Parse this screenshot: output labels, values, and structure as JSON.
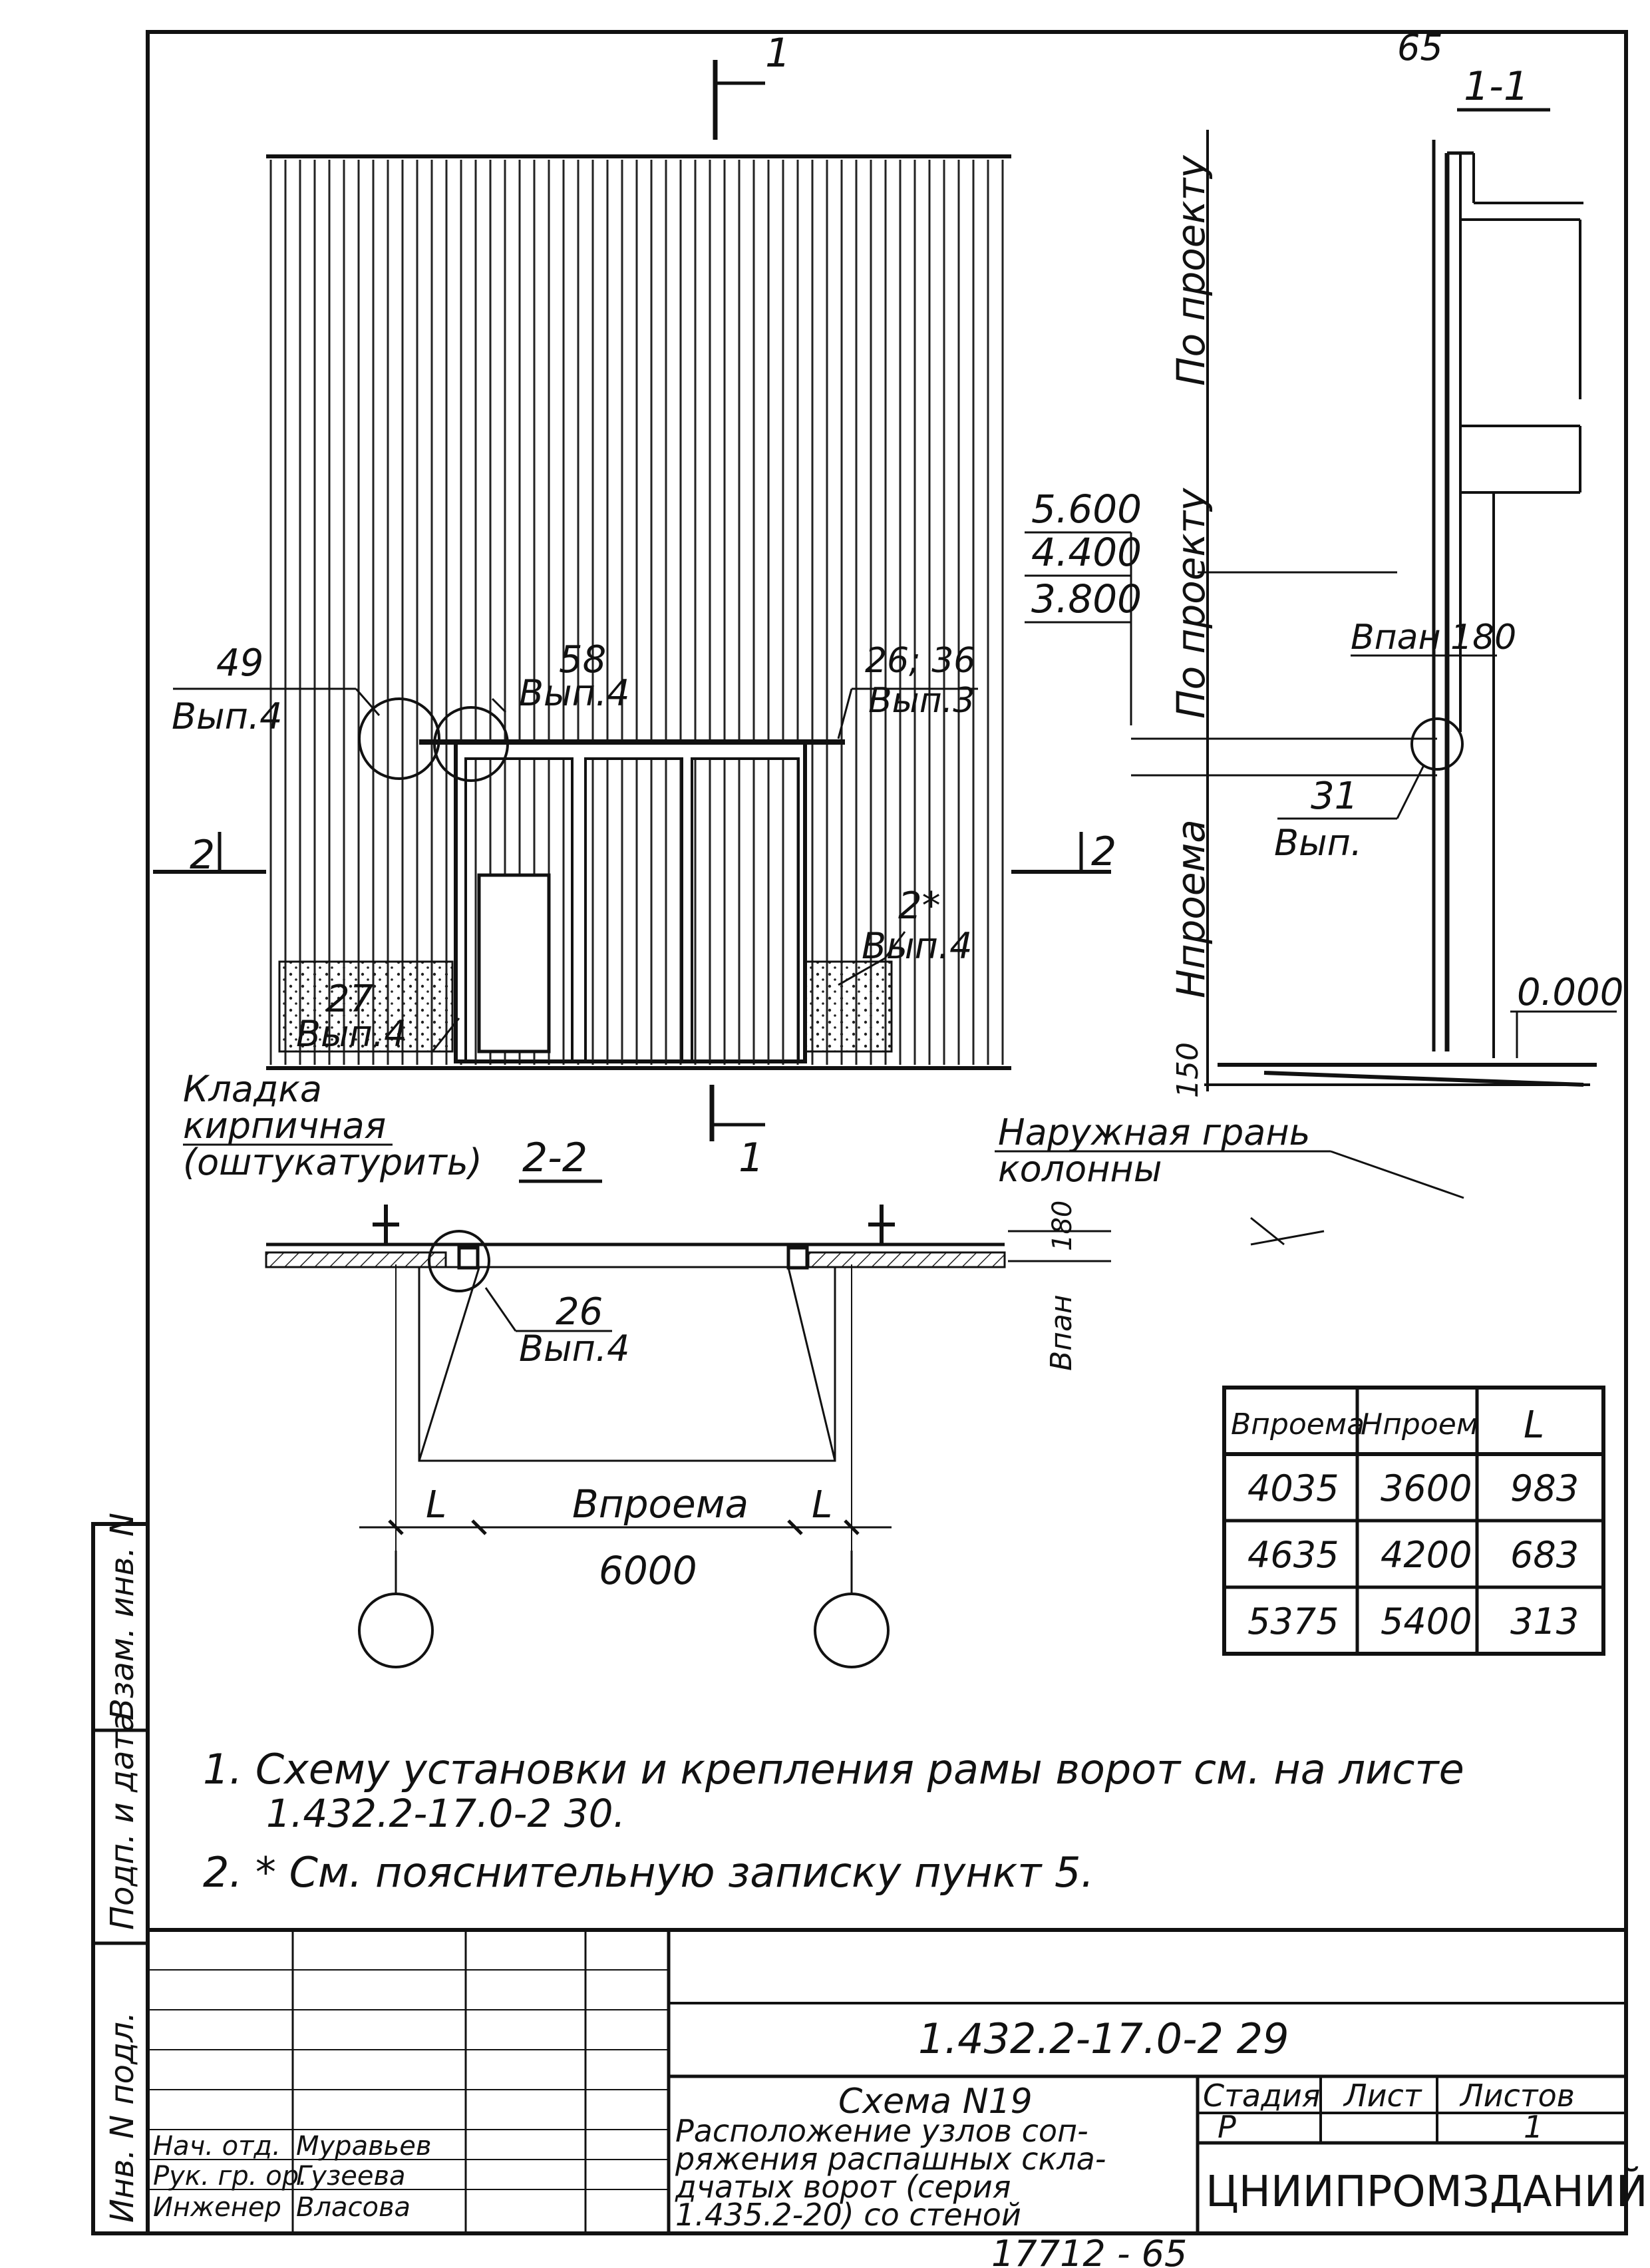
{
  "header": {
    "corner_mark": "65",
    "section_1_1": "1-1"
  },
  "elevation": {
    "cut_1_top": "1",
    "cut_1_bottom": "1",
    "cut_2_left": "2",
    "cut_2_right": "2",
    "callout_49": {
      "num": "49",
      "sheet": "Вып.4"
    },
    "callout_58": {
      "num": "58",
      "sheet": "Вып.4"
    },
    "callout_26_36": {
      "num": "26; 36",
      "sheet": "Вып.3"
    },
    "callout_2star": {
      "num": "2*",
      "sheet": "Вып.4"
    },
    "callout_27": {
      "num": "27",
      "sheet": "Вып.4"
    },
    "masonry_note_line1": "Кладка",
    "masonry_note_line2": "кирпичная",
    "masonry_note_line3": "(оштукатурить)"
  },
  "section": {
    "levels": [
      "5.600",
      "4.400",
      "3.800"
    ],
    "level_zero": "0.000",
    "label_upper": "По проекту",
    "label_middle": "По проекту",
    "label_lower": "Нпроема",
    "b_panel": "Bпан",
    "dim_180": "180",
    "dim_150": "150",
    "callout_31": {
      "num": "31",
      "sheet": "Вып."
    }
  },
  "plan": {
    "title": "2-2",
    "outer_face_line1": "Наружная грань",
    "outer_face_line2": "колонны",
    "b_panel": "Bпан",
    "dim_180": "180",
    "callout_26": {
      "num": "26",
      "sheet": "Вып.4"
    },
    "dim_L_left": "L",
    "dim_L_right": "L",
    "b_opening_label": "Bпроема",
    "b_opening_value": "6000"
  },
  "table": {
    "headers": [
      "Впроема",
      "Нпроем",
      "L"
    ],
    "rows": [
      [
        "4035",
        "3600",
        "983"
      ],
      [
        "4635",
        "4200",
        "683"
      ],
      [
        "5375",
        "5400",
        "313"
      ]
    ]
  },
  "notes": {
    "line1": "1. Схему установки и крепления рамы ворот см. на листе",
    "line1b": "1.432.2-17.0-2 30.",
    "line2": "2. * См. пояснительную записку пункт 5."
  },
  "side_stamp": {
    "inv_no": "Инв. N подл.",
    "sign_date": "Подп. и дата",
    "replaces": "Взам. инв. N"
  },
  "title_block": {
    "doc_code": "1.432.2-17.0-2 29",
    "title_lines": [
      "Схема N19",
      "Расположение узлов соп-",
      "ряжения распашных скла-",
      "дчатых ворот (серия",
      "1.435.2-20) со стеной"
    ],
    "stage_header": "Стадия",
    "sheet_header": "Лист",
    "sheets_header": "Листов",
    "stage_value": "Р",
    "sheet_value": "",
    "sheets_value": "1",
    "organization": "ЦНИИПРОМЗДАНИЙ",
    "staff": [
      {
        "role": "Нач. отд.",
        "name": "Муравьев"
      },
      {
        "role": "Рук. гр. ор.",
        "name": "Гузеева"
      },
      {
        "role": "Инженер",
        "name": "Власова"
      }
    ]
  },
  "footer": {
    "archive_no": "17712 - 65"
  }
}
